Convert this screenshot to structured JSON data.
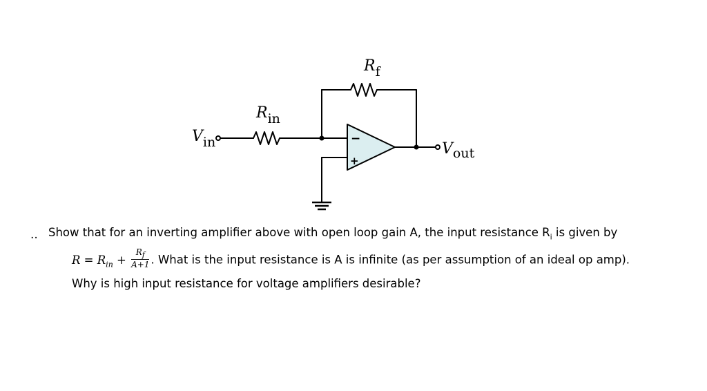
{
  "circuit": {
    "labels": {
      "vin_main": "V",
      "vin_sub": "in",
      "rin_main": "R",
      "rin_sub": "in",
      "rf_main": "R",
      "rf_sub": "f",
      "vout_main": "V",
      "vout_sub": "out",
      "minus_sign": "−",
      "plus_sign": "+"
    }
  },
  "question": {
    "bullet": "..",
    "line1": "Show that for an inverting amplifier above with open loop gain A, the input resistance R",
    "line1_sub": "i",
    "line1_end": " is given by",
    "formula_lhs": "R = R",
    "formula_lhs_sub": "in",
    "formula_plus": " +",
    "frac_num": "R",
    "frac_num_sub": "f",
    "frac_den": "A+1",
    "line2_tail": ". What is the input resistance is A is infinite (as per assumption of an ideal op amp).",
    "line3": "Why is high input resistance for voltage amplifiers desirable?"
  }
}
